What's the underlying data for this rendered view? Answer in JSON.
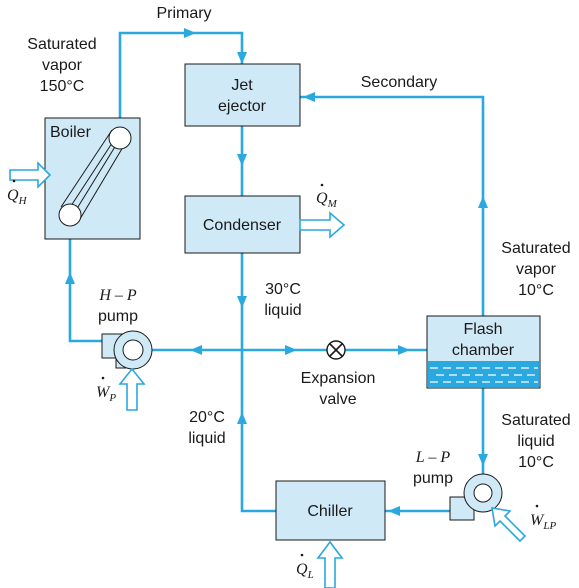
{
  "flows": {
    "primary": "Primary",
    "secondary": "Secondary"
  },
  "labels": {
    "sat_vapor_150": [
      "Saturated",
      "vapor",
      "150°C"
    ],
    "sat_vapor_10": [
      "Saturated",
      "vapor",
      "10°C"
    ],
    "sat_liquid_10": [
      "Saturated",
      "liquid",
      "10°C"
    ],
    "liquid_30": [
      "30°C",
      "liquid"
    ],
    "liquid_20": [
      "20°C",
      "liquid"
    ],
    "expansion_valve": [
      "Expansion",
      "valve"
    ]
  },
  "components": {
    "jet_ejector": [
      "Jet",
      "ejector"
    ],
    "condenser": "Condenser",
    "boiler": "Boiler",
    "flash_chamber": [
      "Flash",
      "chamber"
    ],
    "chiller": "Chiller",
    "hp_pump": [
      "H – P",
      "pump"
    ],
    "lp_pump": [
      "L – P",
      "pump"
    ]
  },
  "energy": {
    "q_h": {
      "main": "Q",
      "sub": "H"
    },
    "q_m": {
      "main": "Q",
      "sub": "M"
    },
    "q_l": {
      "main": "Q",
      "sub": "L"
    },
    "w_p": {
      "main": "W",
      "sub": "P"
    },
    "w_lp": {
      "main": "W",
      "sub": "LP"
    }
  },
  "colors": {
    "pipe": "#2aa8e0",
    "box_fill": "#cfe9f7",
    "outline": "#1a1a1a"
  }
}
